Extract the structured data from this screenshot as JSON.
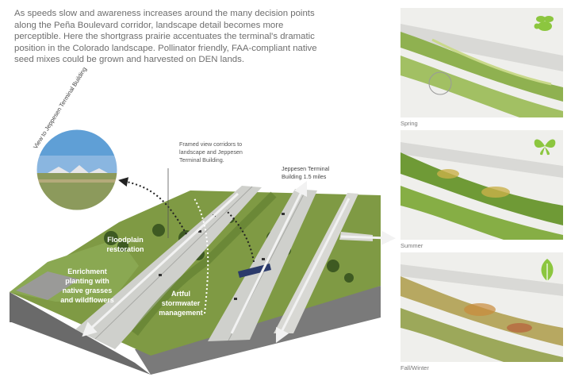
{
  "intro": {
    "text": "As speeds slow and awareness increases around the many decision points along the Peña Boulevard corridor, landscape detail becomes more perceptible. Here the shortgrass prairie accentuates the terminal's dramatic position in the Colorado landscape. Pollinator friendly, FAA-compliant native seed mixes could be grown and harvested on DEN lands."
  },
  "callouts": {
    "view_label": "View to Jeppesen Terminal Building",
    "framed_line1": "Framed view corridors to",
    "framed_line2": "landscape and Jeppesen",
    "framed_line3": "Terminal Building.",
    "jeppesen_line1": "Jeppesen Terminal",
    "jeppesen_line2": "Building 1.5 miles",
    "floodplain_line1": "Floodplain",
    "floodplain_line2": "restoration",
    "enrich_line1": "Enrichment",
    "enrich_line2": "planting with",
    "enrich_line3": "native grasses",
    "enrich_line4": "and wildflowers",
    "storm_line1": "Artful",
    "storm_line2": "stormwater",
    "storm_line3": "management"
  },
  "seasons": [
    {
      "label": "Spring",
      "icon": "bee-icon"
    },
    {
      "label": "Summer",
      "icon": "butterfly-icon"
    },
    {
      "label": "Fall/Winter",
      "icon": "leaf-icon"
    }
  ],
  "colors": {
    "grass": "#7f9a44",
    "grass_dark": "#4f6a2c",
    "road": "#cfd0cc",
    "soil": "#6b6b6b",
    "icon_green": "#8cc63f",
    "sky": "#5f9fd6"
  }
}
